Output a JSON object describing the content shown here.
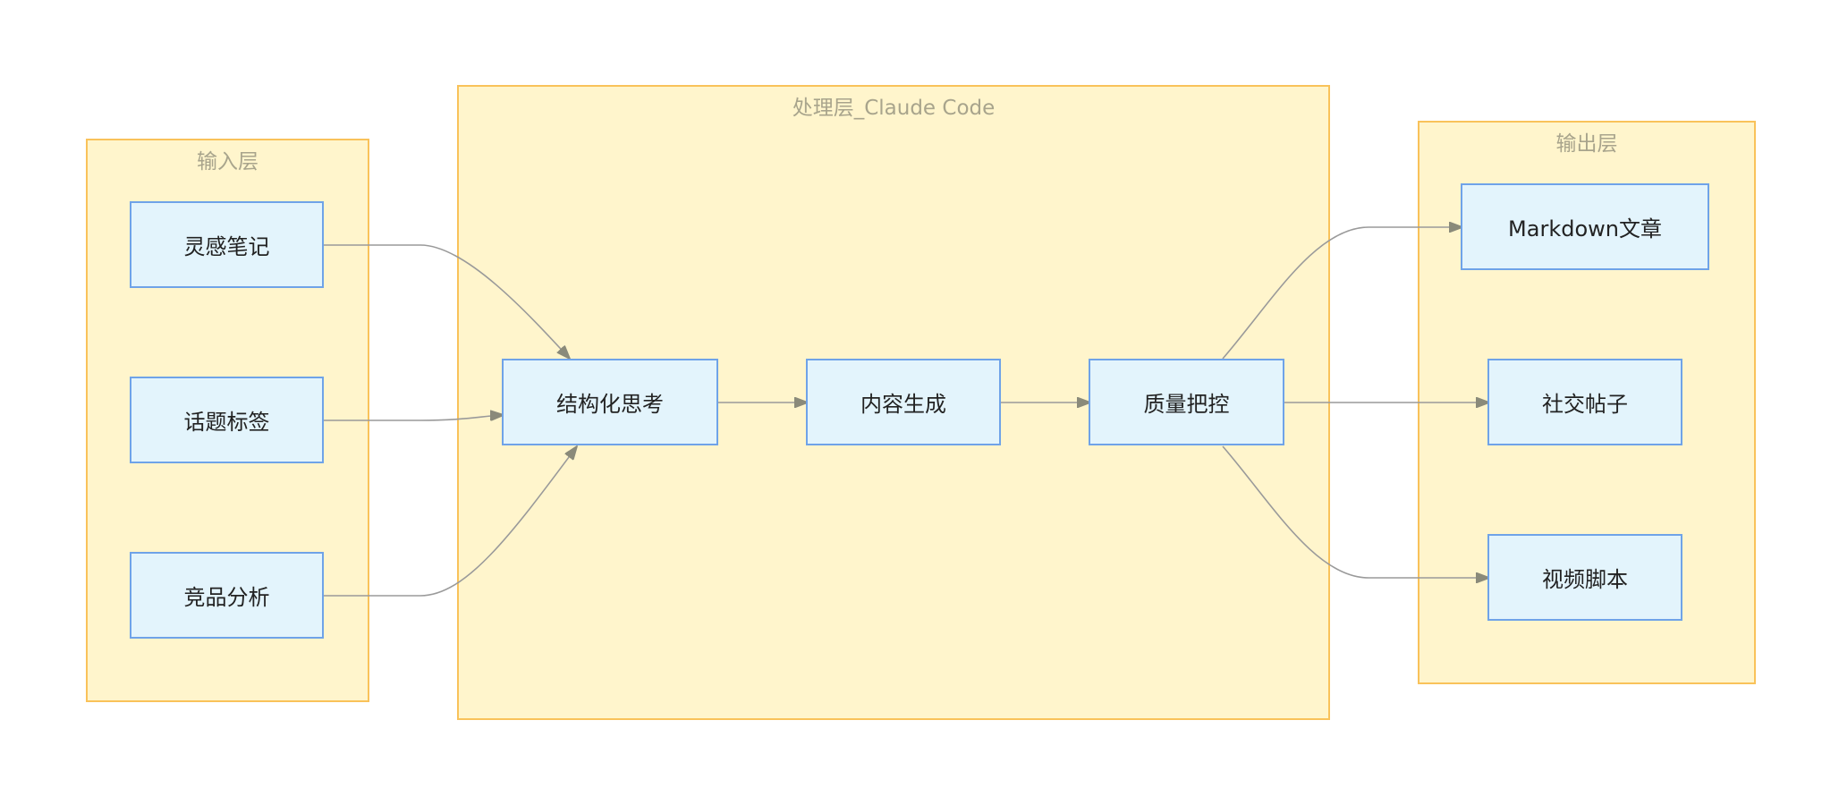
{
  "groups": {
    "input": {
      "title": "输入层"
    },
    "process": {
      "title": "处理层_Claude Code"
    },
    "output": {
      "title": "输出层"
    }
  },
  "nodes": {
    "inspiration_notes": "灵感笔记",
    "topic_tags": "话题标签",
    "competitor_analysis": "竞品分析",
    "structured_thinking": "结构化思考",
    "content_generation": "内容生成",
    "quality_control": "质量把控",
    "markdown_article": "Markdown文章",
    "social_post": "社交帖子",
    "video_script": "视频脚本"
  },
  "edges": [
    {
      "from": "灵感笔记",
      "to": "结构化思考"
    },
    {
      "from": "话题标签",
      "to": "结构化思考"
    },
    {
      "from": "竞品分析",
      "to": "结构化思考"
    },
    {
      "from": "结构化思考",
      "to": "内容生成"
    },
    {
      "from": "内容生成",
      "to": "质量把控"
    },
    {
      "from": "质量把控",
      "to": "Markdown文章"
    },
    {
      "from": "质量把控",
      "to": "社交帖子"
    },
    {
      "from": "质量把控",
      "to": "视频脚本"
    }
  ],
  "colors": {
    "group_fill": "#fff5cc",
    "group_border": "#f9c25a",
    "group_title": "#a8a48c",
    "node_fill": "#e3f4fc",
    "node_border": "#6fa3e8",
    "edge": "#9a9a9a"
  }
}
